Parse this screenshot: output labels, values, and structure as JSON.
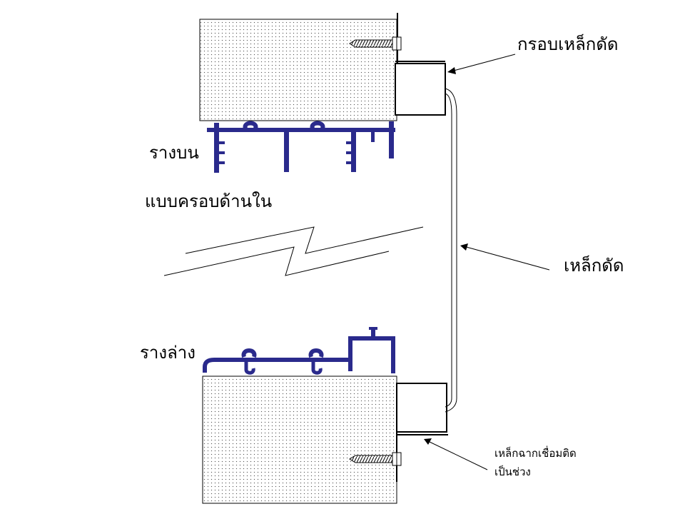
{
  "labels": {
    "steel_frame": "กรอบเหล็กดัด",
    "top_rail": "รางบน",
    "inner_frame_type": "แบบครอบด้านใน",
    "steel_grille": "เหล็กดัด",
    "bottom_rail": "รางล่าง",
    "angle_steel_line1": "เหล็กฉากเชื่อมติด",
    "angle_steel_line2": "เป็นช่วง"
  },
  "colors": {
    "rail": "#2a2a8c",
    "line": "#000000",
    "wall_dots": "#555555"
  }
}
